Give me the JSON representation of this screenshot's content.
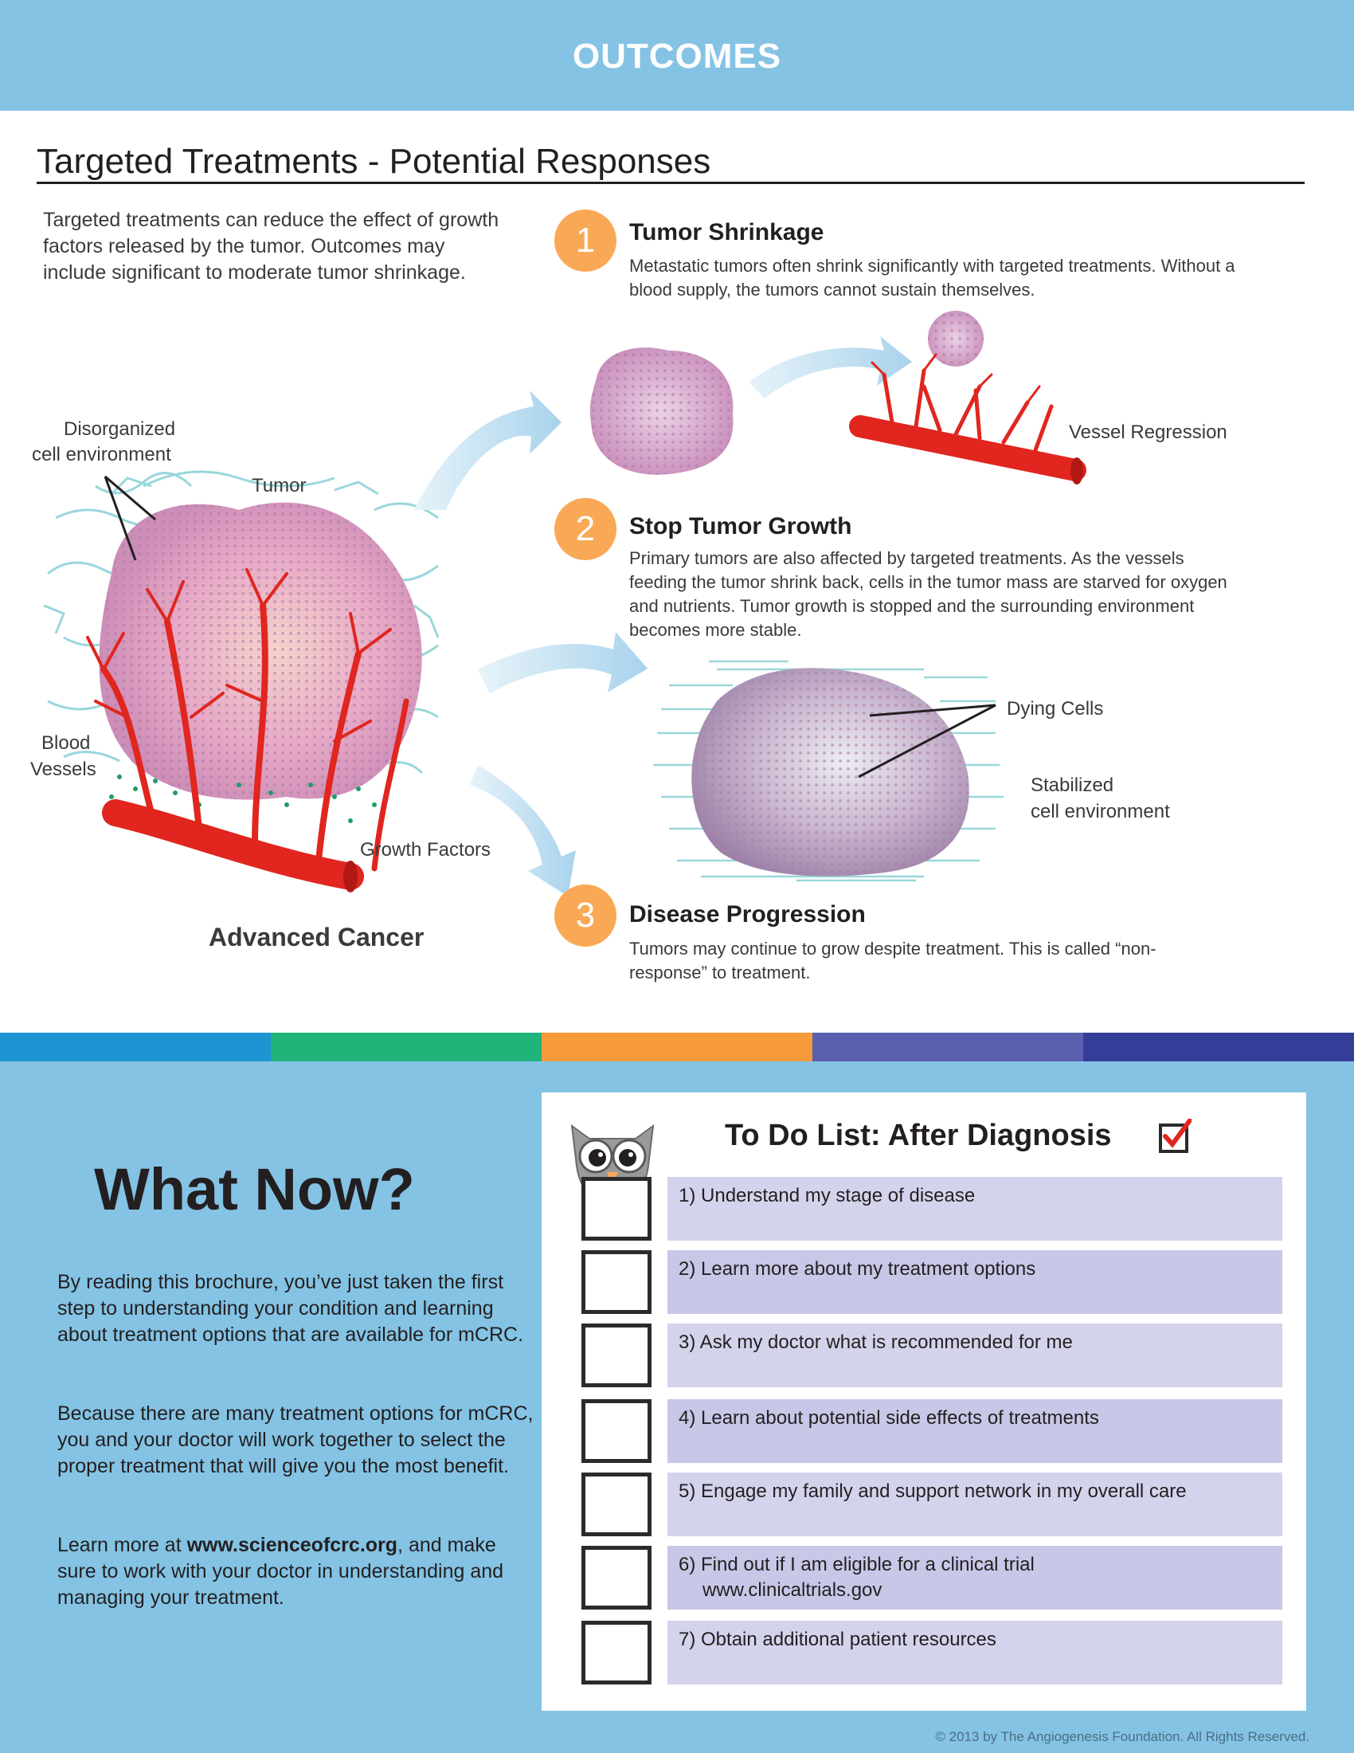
{
  "header": {
    "title": "OUTCOMES"
  },
  "section": {
    "title": "Targeted Treatments - Potential Responses",
    "intro": "Targeted treatments can reduce the effect of growth factors released by the tumor. Outcomes may include significant to moderate tumor shrinkage."
  },
  "steps": [
    {
      "number": "1",
      "title": "Tumor Shrinkage",
      "description": "Metastatic tumors often shrink significantly with targeted treatments. Without a blood supply, the tumors cannot sustain themselves."
    },
    {
      "number": "2",
      "title": "Stop Tumor Growth",
      "description": "Primary tumors are also affected by targeted treatments. As the vessels feeding the tumor shrink back, cells in the tumor mass are starved for oxygen and nutrients. Tumor growth is stopped and the surrounding environment becomes more stable."
    },
    {
      "number": "3",
      "title": "Disease Progression",
      "description": "Tumors may continue to grow despite treatment. This is called “non-response” to treatment."
    }
  ],
  "labels": {
    "disorganized_1": "Disorganized",
    "disorganized_2": "cell environment",
    "tumor": "Tumor",
    "blood_1": "Blood",
    "blood_2": "Vessels",
    "growth_factors": "Growth Factors",
    "advanced_cancer": "Advanced Cancer",
    "vessel_regression": "Vessel Regression",
    "dying_cells": "Dying Cells",
    "stabilized_1": "Stabilized",
    "stabilized_2": "cell environment"
  },
  "strip_colors": [
    "#1f94d2",
    "#20b37a",
    "#f79a3a",
    "#5a5fae",
    "#343d98"
  ],
  "what_now": {
    "title": "What Now?",
    "para1": "By reading this brochure, you’ve just taken the first step to understanding your condition and learning about treatment options that are available for mCRC.",
    "para2": "Because there are many treatment options for mCRC, you and your doctor will work together to select the proper treatment that will give you the most benefit.",
    "para3_before": "Learn more at ",
    "para3_link": "www.scienceofcrc.org",
    "para3_after": ", and make sure to work with your doctor in understanding and managing your treatment."
  },
  "todo": {
    "title": "To Do List: After Diagnosis",
    "items": [
      {
        "text": "1) Understand my stage of disease",
        "sub": ""
      },
      {
        "text": "2) Learn more about my treatment options",
        "sub": ""
      },
      {
        "text": "3) Ask my doctor what is recommended for me",
        "sub": ""
      },
      {
        "text": "4) Learn about potential side effects of treatments",
        "sub": ""
      },
      {
        "text": "5) Engage my family and support network in my overall care",
        "sub": ""
      },
      {
        "text": "6) Find out if I am eligible for a clinical trial",
        "sub": "www.clinicaltrials.gov"
      },
      {
        "text": "7) Obtain additional patient resources",
        "sub": ""
      }
    ]
  },
  "copyright": "© 2013 by The Angiogenesis Foundation. All Rights Reserved.",
  "colors": {
    "header": "#84c3e4",
    "step_circle": "#f9a955",
    "vessel": "#e0261f",
    "tumor": "#d89bc2",
    "fibers": "#8fd3d8"
  }
}
